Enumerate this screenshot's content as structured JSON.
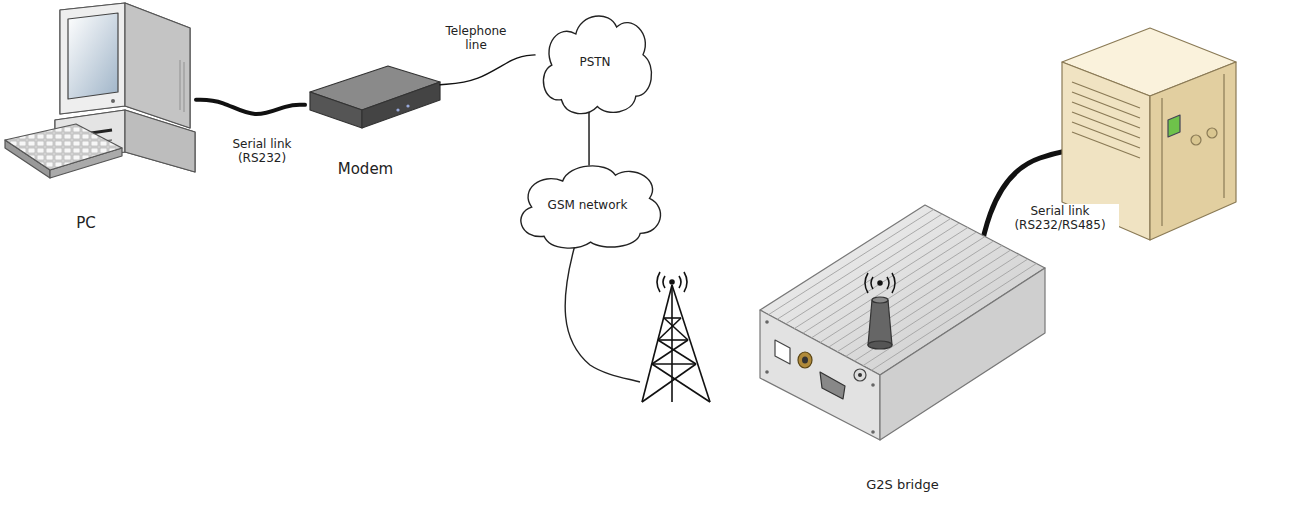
{
  "diagram": {
    "nodes": [
      {
        "text": [
          "PC"
        ]
      },
      {
        "text": [
          "Modem"
        ]
      },
      {
        "text": [
          "PSTN"
        ]
      },
      {
        "text": [
          "GSM network"
        ]
      },
      {
        "text": [
          "G2S bridge"
        ]
      }
    ],
    "edges": [
      {
        "from": 0,
        "to": 1,
        "label": "Serial link (RS232)",
        "arrow": "none"
      },
      {
        "from": 1,
        "to": 2,
        "label": "Telephone line",
        "arrow": "none"
      },
      {
        "from": 2,
        "to": 3,
        "arrow": "none"
      }
    ],
    "labels": [
      "Serial link (RS232/RS485)"
    ]
  }
}
